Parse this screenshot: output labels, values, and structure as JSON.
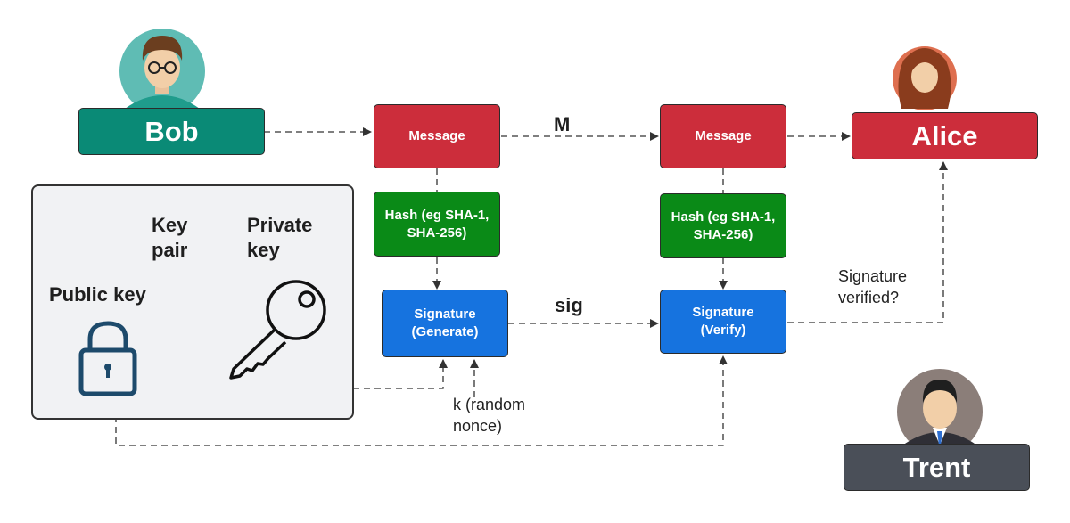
{
  "actors": {
    "bob": "Bob",
    "alice": "Alice",
    "trent": "Trent"
  },
  "nodes": {
    "message_left": "Message",
    "message_right": "Message",
    "hash_left": "Hash (eg SHA-1,\nSHA-256)",
    "hash_right": "Hash (eg SHA-1,\nSHA-256)",
    "sig_generate": "Signature\n(Generate)",
    "sig_verify": "Signature\n(Verify)"
  },
  "edge_labels": {
    "m": "M",
    "sig": "sig",
    "nonce": "k (random\nnonce)",
    "verified": "Signature\nverified?"
  },
  "key_panel": {
    "key_pair": "Key\npair",
    "private_key": "Private\nkey",
    "public_key": "Public key"
  },
  "colors": {
    "message": "#cc2d3b",
    "hash": "#0a8a17",
    "signature": "#1673df",
    "bob": "#0a8a76",
    "trent": "#4a4f58",
    "key_icon": "#1d4a6b"
  }
}
